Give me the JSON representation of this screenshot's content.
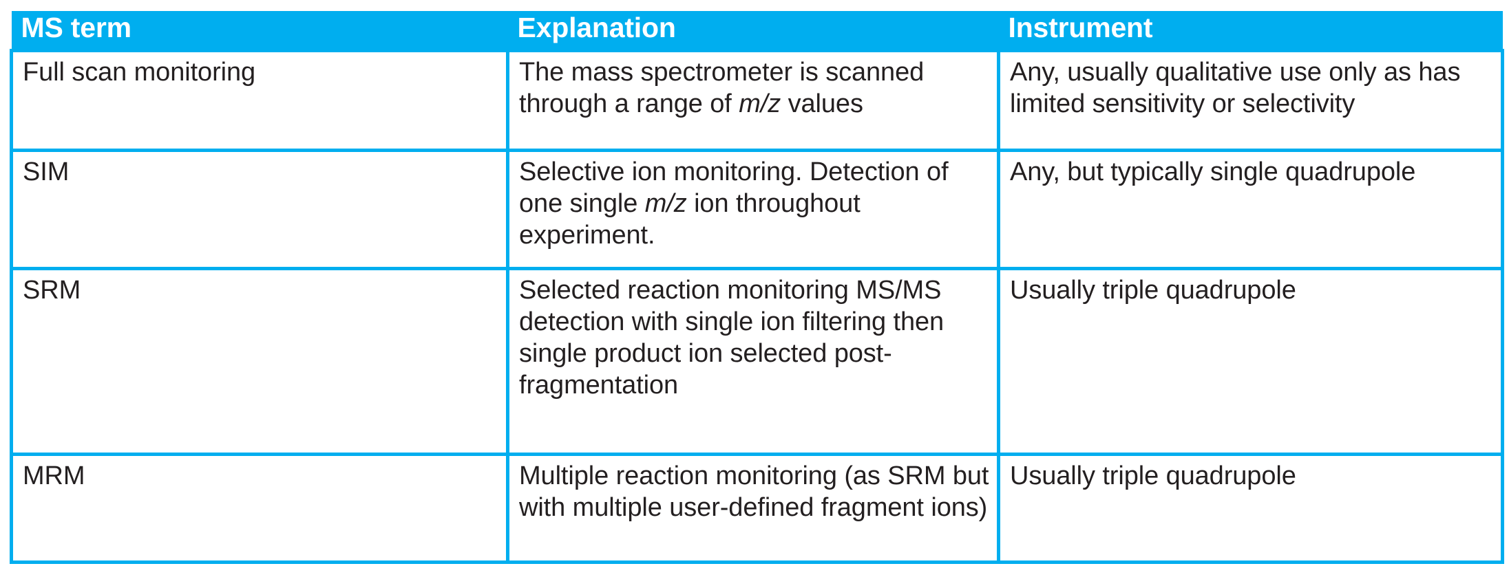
{
  "table": {
    "accent_color": "#00AEEF",
    "text_color": "#231f20",
    "background_color": "#ffffff",
    "columns": [
      {
        "key": "term",
        "header": "MS term"
      },
      {
        "key": "explanation",
        "header": "Explanation"
      },
      {
        "key": "instrument",
        "header": "Instrument"
      }
    ],
    "rows": [
      {
        "term": "Full scan monitoring",
        "explanation_parts": [
          {
            "text": "The mass spectrometer is scanned through a range of ",
            "italic": false
          },
          {
            "text": "m/z",
            "italic": true
          },
          {
            "text": " values",
            "italic": false
          }
        ],
        "explanation_plain": "The mass spectrometer is scanned through a range of m/z values",
        "instrument": "Any, usually qualitative use only as has limited sensitivity or selectivity"
      },
      {
        "term": "SIM",
        "explanation_parts": [
          {
            "text": "Selective ion monitoring. Detection of one single ",
            "italic": false
          },
          {
            "text": "m/z",
            "italic": true
          },
          {
            "text": " ion throughout experiment.",
            "italic": false
          }
        ],
        "explanation_plain": "Selective ion monitoring. Detection of one single m/z ion throughout experiment.",
        "instrument": "Any, but typically single quadrupole"
      },
      {
        "term": "SRM",
        "explanation_parts": [
          {
            "text": "Selected reaction monitoring MS/MS detection with single ion filtering then single product ion selected post-fragmentation",
            "italic": false
          }
        ],
        "explanation_plain": "Selected reaction monitoring MS/MS detection with single ion filtering then single product ion selected post-fragmentation",
        "instrument": "Usually triple quadrupole"
      },
      {
        "term": "MRM",
        "explanation_parts": [
          {
            "text": "Multiple reaction monitoring (as SRM but with multiple user-defined fragment ions)",
            "italic": false
          }
        ],
        "explanation_plain": "Multiple reaction monitoring (as SRM but with multiple user-defined fragment ions)",
        "instrument": "Usually triple quadrupole"
      }
    ]
  }
}
